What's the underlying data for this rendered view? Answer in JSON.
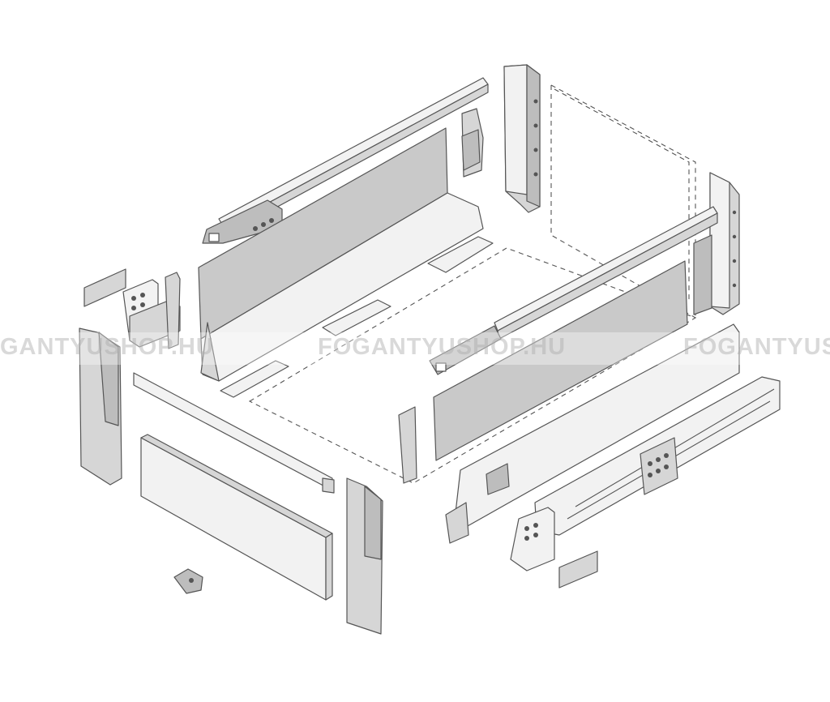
{
  "watermark": {
    "text_left": "GANTYUSHOP.HU",
    "text_center": "FOGANTYUSHOP.HU",
    "text_right": "FOGANTYUS"
  }
}
